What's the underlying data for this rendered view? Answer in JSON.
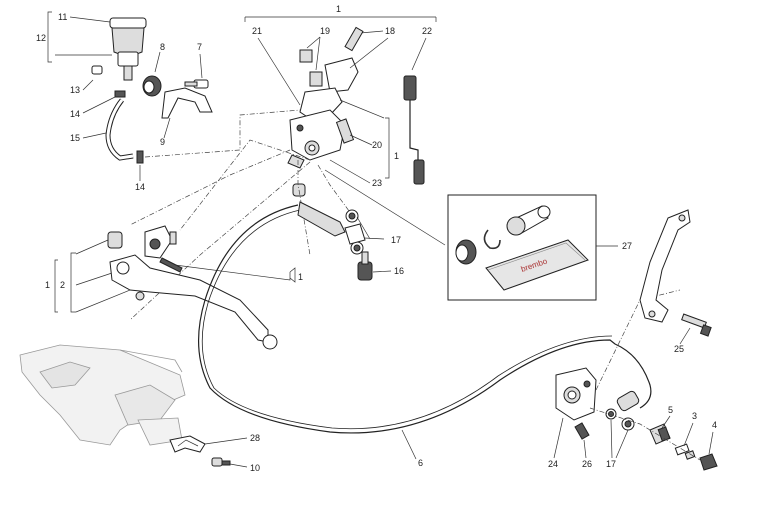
{
  "diagram": {
    "callouts": {
      "c1_top": "1",
      "c1_right": "1",
      "c1_mid": "1",
      "c1_left": "1",
      "c2": "2",
      "c3": "3",
      "c4": "4",
      "c5": "5",
      "c6": "6",
      "c7": "7",
      "c8": "8",
      "c9": "9",
      "c10": "10",
      "c11": "11",
      "c12": "12",
      "c13": "13",
      "c14a": "14",
      "c14b": "14",
      "c15": "15",
      "c16": "16",
      "c17a": "17",
      "c17b": "17",
      "c18": "18",
      "c19": "19",
      "c20": "20",
      "c21": "21",
      "c22": "22",
      "c23": "23",
      "c24": "24",
      "c25": "25",
      "c26": "26",
      "c27": "27",
      "c28": "28"
    },
    "kit_card_text": "brembo"
  }
}
